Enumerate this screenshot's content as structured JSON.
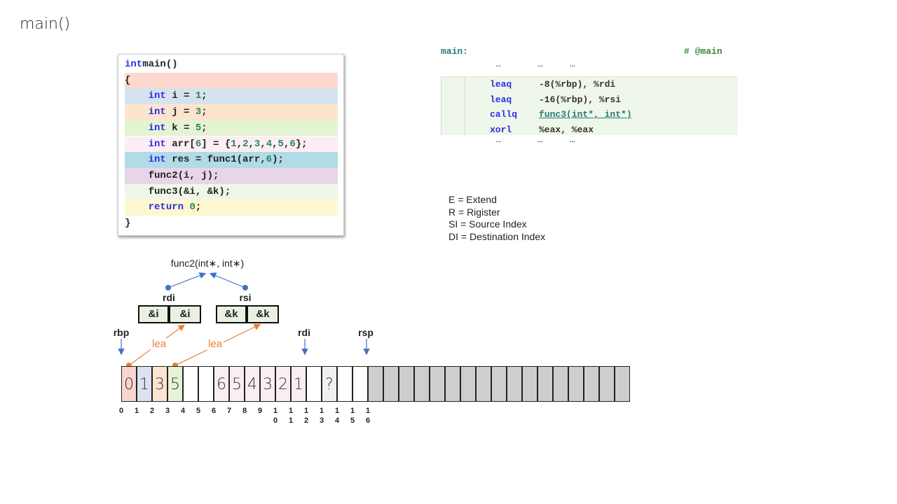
{
  "title": "main()",
  "code": {
    "lines": [
      {
        "parts": [
          [
            "kw",
            "int"
          ],
          [
            "",
            "main()"
          ]
        ],
        "bg": ""
      },
      {
        "parts": [
          [
            "",
            "{"
          ]
        ],
        "bg": "#fdd8cf"
      },
      {
        "parts": [
          [
            "",
            "    "
          ],
          [
            "kw",
            "int"
          ],
          [
            "",
            " i = "
          ],
          [
            "num",
            "1"
          ],
          [
            "",
            ";"
          ]
        ],
        "bg": "#d6e3ee"
      },
      {
        "parts": [
          [
            "",
            "    "
          ],
          [
            "kw",
            "int"
          ],
          [
            "",
            " j = "
          ],
          [
            "num",
            "3"
          ],
          [
            "",
            ";"
          ]
        ],
        "bg": "#fde5cd"
      },
      {
        "parts": [
          [
            "",
            "    "
          ],
          [
            "kw",
            "int"
          ],
          [
            "",
            " k = "
          ],
          [
            "num",
            "5"
          ],
          [
            "",
            ";"
          ]
        ],
        "bg": "#e4f3d2"
      },
      {
        "parts": [
          [
            "",
            "    "
          ],
          [
            "kw",
            "int"
          ],
          [
            "",
            " arr["
          ],
          [
            "num",
            "6"
          ],
          [
            "",
            "] = {"
          ],
          [
            "num",
            "1"
          ],
          [
            "",
            ","
          ],
          [
            "num",
            "2"
          ],
          [
            "",
            ","
          ],
          [
            "num",
            "3"
          ],
          [
            "",
            ","
          ],
          [
            "num",
            "4"
          ],
          [
            "",
            ","
          ],
          [
            "num",
            "5"
          ],
          [
            "",
            ","
          ],
          [
            "num",
            "6"
          ],
          [
            "",
            "};"
          ]
        ],
        "bg": "#fdeef3"
      },
      {
        "parts": [
          [
            "",
            "    "
          ],
          [
            "kw",
            "int"
          ],
          [
            "",
            " res = func1(arr,"
          ],
          [
            "num",
            "6"
          ],
          [
            "",
            ");"
          ]
        ],
        "bg": "#b0dbe7"
      },
      {
        "parts": [
          [
            "",
            "    func2(i, j);"
          ]
        ],
        "bg": "#e8d5e8"
      },
      {
        "parts": [
          [
            "",
            "    func3(&i, &k);"
          ]
        ],
        "bg": "#eff7ea"
      },
      {
        "parts": [
          [
            "",
            "    "
          ],
          [
            "kw",
            "return"
          ],
          [
            "",
            " "
          ],
          [
            "num",
            "0"
          ],
          [
            "",
            ";"
          ]
        ],
        "bg": "#fdf8d0"
      },
      {
        "parts": [
          [
            "",
            "}"
          ]
        ],
        "bg": ""
      }
    ]
  },
  "asm": {
    "label": "main:",
    "comment": "# @main",
    "ellipsis": "…",
    "rows": [
      {
        "op": "leaq",
        "args": "-8(%rbp), %rdi"
      },
      {
        "op": "leaq",
        "args": "-16(%rbp), %rsi"
      },
      {
        "op": "callq",
        "args": "func3(int*, int*)"
      },
      {
        "op": "xorl",
        "args": "%eax, %eax"
      }
    ]
  },
  "legend": [
    "E = Extend",
    "R = Rigister",
    "SI = Source Index",
    "DI = Destination Index"
  ],
  "diagram": {
    "func": "func2(int∗, int∗)",
    "rdi": "rdi",
    "rsi": "rsi",
    "rdi_boxes": [
      "&i",
      "&i"
    ],
    "rsi_boxes": [
      "&k",
      "&k"
    ],
    "rbp": "rbp",
    "rdi2": "rdi",
    "rsp": "rsp",
    "lea": "lea",
    "cells": [
      {
        "v": "0",
        "c": "#f8d7d0"
      },
      {
        "v": "1",
        "c": "#dae3ef"
      },
      {
        "v": "3",
        "c": "#fde5cf"
      },
      {
        "v": "5",
        "c": "#e6f2d6"
      },
      {
        "v": "",
        "c": "#fff"
      },
      {
        "v": "",
        "c": "#fff"
      },
      {
        "v": "6",
        "c": "#fbeef3"
      },
      {
        "v": "5",
        "c": "#fbeef3"
      },
      {
        "v": "4",
        "c": "#fbeef3"
      },
      {
        "v": "3",
        "c": "#fbeef3"
      },
      {
        "v": "2",
        "c": "#fbeef3"
      },
      {
        "v": "1",
        "c": "#fbeef3"
      },
      {
        "v": "",
        "c": "#fff"
      },
      {
        "v": "?",
        "c": "#f0f0f0"
      },
      {
        "v": "",
        "c": "#fff"
      },
      {
        "v": "",
        "c": "#fff"
      }
    ],
    "gray_cells": 17,
    "gray_color": "#cfcdcd",
    "indices": [
      "0",
      "1",
      "2",
      "3",
      "4",
      "5",
      "6",
      "7",
      "8",
      "9",
      "10",
      "11",
      "12",
      "13",
      "14",
      "15",
      "16"
    ]
  }
}
